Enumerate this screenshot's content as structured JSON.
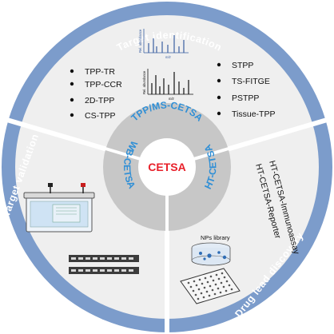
{
  "colors": {
    "ring": "#7c9ccb",
    "sector_bg": "#efefef",
    "inner_ring": "#c7c7c7",
    "center": "#ffffff",
    "center_text": "#e8202a",
    "inner_text": "#2f8fd6"
  },
  "center": {
    "label": "CETSA"
  },
  "inner": {
    "top": "TPP/MS-CETSA",
    "left": "WB-CETSA",
    "right": "HT-CETSA"
  },
  "outer": {
    "top": "Target identification",
    "left": "Target validation",
    "right": "Drug lead discovery"
  },
  "methods_left": [
    "TPP-TR",
    "TPP-CCR",
    "2D-TPP",
    "CS-TPP"
  ],
  "methods_right": [
    "STPP",
    "TS-FITGE",
    "PSTPP",
    "Tissue-TPP"
  ],
  "spectra": {
    "top": {
      "ylabel": "Rel. abundance",
      "xlabel": "m/z"
    },
    "bottom": {
      "ylabel": "Rel. abundance",
      "xlabel": "m/z"
    }
  },
  "ht_methods": [
    "HT-CETSA-Immunoassay",
    "HT-CETSA-Reporter"
  ],
  "nps_label": "NPs library"
}
